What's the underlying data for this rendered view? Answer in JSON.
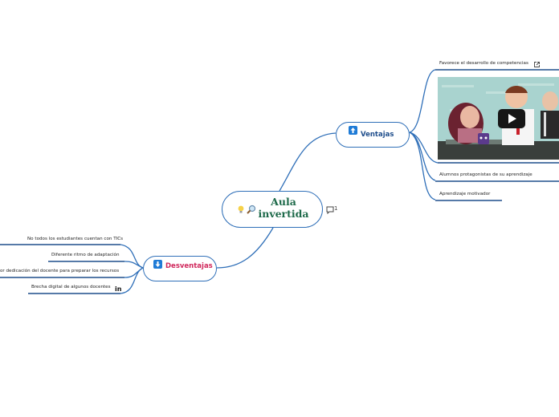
{
  "central": {
    "title": "Aula invertida",
    "comment_count": "1"
  },
  "branches": {
    "ventajas": {
      "label": "Ventajas",
      "color": "#1f4e8c",
      "leaves": [
        "Favorece el desarrollo de competencias",
        "Alumnos protagonistas de su aprendizaje",
        "Aprendizaje motivador"
      ]
    },
    "desventajas": {
      "label": "Desventajas",
      "color": "#d0285c",
      "leaves": [
        "No todos los estudiantes cuentan con TICs",
        "Diferente ritmo de adaptación",
        "or dedicación del docente para preparar los recursos",
        "Brecha digital de algunos docentes"
      ]
    }
  },
  "icons": {
    "idea": "lightbulb-icon",
    "search": "magnifier-icon",
    "comment": "comment-icon",
    "up": "arrow-up-icon",
    "down": "arrow-down-icon",
    "external": "external-link-icon",
    "video": "play-icon",
    "linkedin": "linkedin-icon"
  },
  "colors": {
    "line": "#2f6fb8",
    "accent": "#1f7bd6"
  }
}
